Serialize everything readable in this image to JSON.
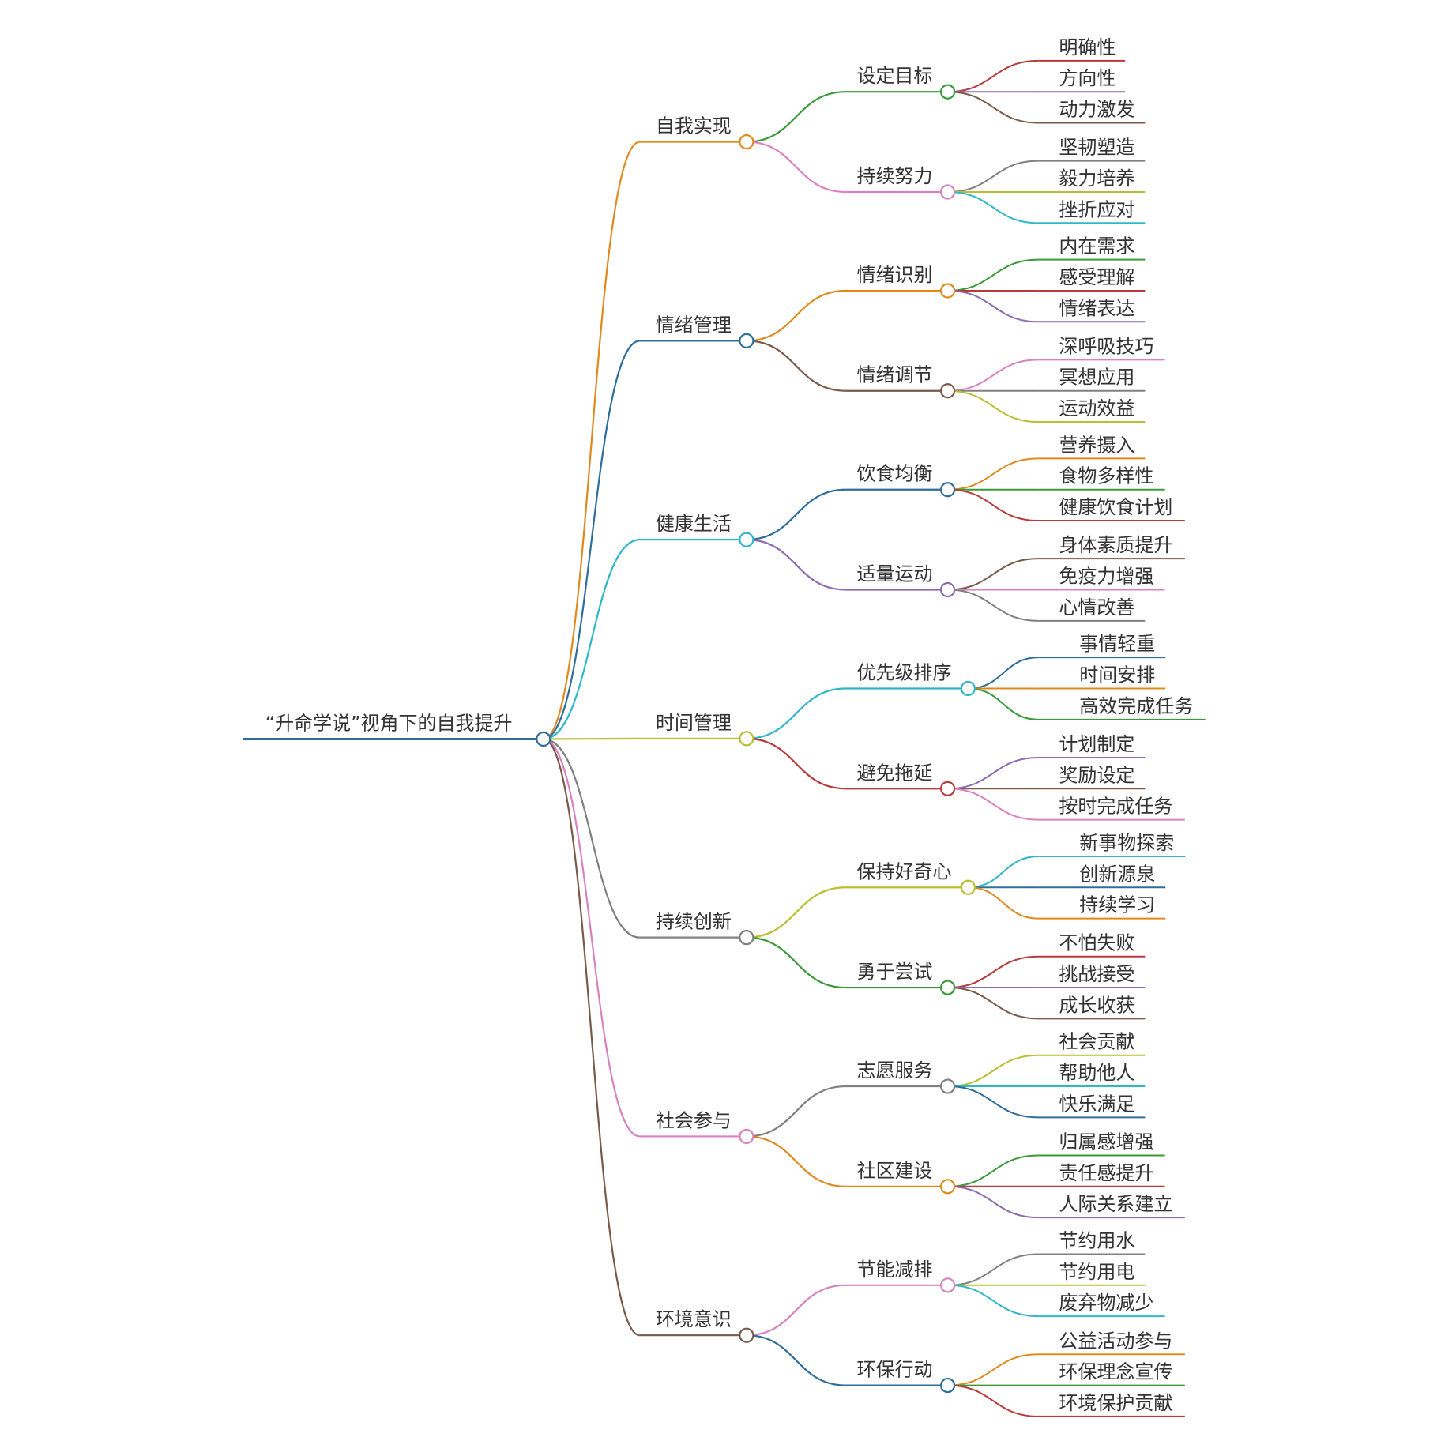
{
  "root": {
    "label": "“升命学说”视角下的自我提升",
    "color": "#2f6e9b"
  },
  "branches": [
    {
      "label": "自我实现",
      "color": "#e08a1e",
      "children": [
        {
          "label": "设定目标",
          "color": "#3a9a3a",
          "leaves": [
            {
              "label": "明确性",
              "color": "#b83a3a"
            },
            {
              "label": "方向性",
              "color": "#8c6bb0"
            },
            {
              "label": "动力激发",
              "color": "#7a5a4a"
            }
          ]
        },
        {
          "label": "持续努力",
          "color": "#d882c0",
          "leaves": [
            {
              "label": "坚韧塑造",
              "color": "#808080"
            },
            {
              "label": "毅力培养",
              "color": "#b8c030"
            },
            {
              "label": "挫折应对",
              "color": "#30b8c8"
            }
          ]
        }
      ]
    },
    {
      "label": "情绪管理",
      "color": "#2f6e9b",
      "children": [
        {
          "label": "情绪识别",
          "color": "#e08a1e",
          "leaves": [
            {
              "label": "内在需求",
              "color": "#3a9a3a"
            },
            {
              "label": "感受理解",
              "color": "#b83a3a"
            },
            {
              "label": "情绪表达",
              "color": "#8c6bb0"
            }
          ]
        },
        {
          "label": "情绪调节",
          "color": "#7a5a4a",
          "leaves": [
            {
              "label": "深呼吸技巧",
              "color": "#d882c0"
            },
            {
              "label": "冥想应用",
              "color": "#808080"
            },
            {
              "label": "运动效益",
              "color": "#b8c030"
            }
          ]
        }
      ]
    },
    {
      "label": "健康生活",
      "color": "#30b8c8",
      "children": [
        {
          "label": "饮食均衡",
          "color": "#2f6e9b",
          "leaves": [
            {
              "label": "营养摄入",
              "color": "#e08a1e"
            },
            {
              "label": "食物多样性",
              "color": "#3a9a3a"
            },
            {
              "label": "健康饮食计划",
              "color": "#b83a3a"
            }
          ]
        },
        {
          "label": "适量运动",
          "color": "#8c6bb0",
          "leaves": [
            {
              "label": "身体素质提升",
              "color": "#7a5a4a"
            },
            {
              "label": "免疫力增强",
              "color": "#d882c0"
            },
            {
              "label": "心情改善",
              "color": "#808080"
            }
          ]
        }
      ]
    },
    {
      "label": "时间管理",
      "color": "#b8c030",
      "children": [
        {
          "label": "优先级排序",
          "color": "#30b8c8",
          "leaves": [
            {
              "label": "事情轻重",
              "color": "#2f6e9b"
            },
            {
              "label": "时间安排",
              "color": "#e08a1e"
            },
            {
              "label": "高效完成任务",
              "color": "#3a9a3a"
            }
          ]
        },
        {
          "label": "避免拖延",
          "color": "#b83a3a",
          "leaves": [
            {
              "label": "计划制定",
              "color": "#8c6bb0"
            },
            {
              "label": "奖励设定",
              "color": "#7a5a4a"
            },
            {
              "label": "按时完成任务",
              "color": "#d882c0"
            }
          ]
        }
      ]
    },
    {
      "label": "持续创新",
      "color": "#808080",
      "children": [
        {
          "label": "保持好奇心",
          "color": "#b8c030",
          "leaves": [
            {
              "label": "新事物探索",
              "color": "#30b8c8"
            },
            {
              "label": "创新源泉",
              "color": "#2f6e9b"
            },
            {
              "label": "持续学习",
              "color": "#e08a1e"
            }
          ]
        },
        {
          "label": "勇于尝试",
          "color": "#3a9a3a",
          "leaves": [
            {
              "label": "不怕失败",
              "color": "#b83a3a"
            },
            {
              "label": "挑战接受",
              "color": "#8c6bb0"
            },
            {
              "label": "成长收获",
              "color": "#7a5a4a"
            }
          ]
        }
      ]
    },
    {
      "label": "社会参与",
      "color": "#d882c0",
      "children": [
        {
          "label": "志愿服务",
          "color": "#808080",
          "leaves": [
            {
              "label": "社会贡献",
              "color": "#b8c030"
            },
            {
              "label": "帮助他人",
              "color": "#30b8c8"
            },
            {
              "label": "快乐满足",
              "color": "#2f6e9b"
            }
          ]
        },
        {
          "label": "社区建设",
          "color": "#e08a1e",
          "leaves": [
            {
              "label": "归属感增强",
              "color": "#3a9a3a"
            },
            {
              "label": "责任感提升",
              "color": "#b83a3a"
            },
            {
              "label": "人际关系建立",
              "color": "#8c6bb0"
            }
          ]
        }
      ]
    },
    {
      "label": "环境意识",
      "color": "#7a5a4a",
      "children": [
        {
          "label": "节能减排",
          "color": "#d882c0",
          "leaves": [
            {
              "label": "节约用水",
              "color": "#808080"
            },
            {
              "label": "节约用电",
              "color": "#b8c030"
            },
            {
              "label": "废弃物减少",
              "color": "#30b8c8"
            }
          ]
        },
        {
          "label": "环保行动",
          "color": "#2f6e9b",
          "leaves": [
            {
              "label": "公益活动参与",
              "color": "#e08a1e"
            },
            {
              "label": "环保理念宣传",
              "color": "#3a9a3a"
            },
            {
              "label": "环境保护贡献",
              "color": "#b83a3a"
            }
          ]
        }
      ]
    }
  ]
}
